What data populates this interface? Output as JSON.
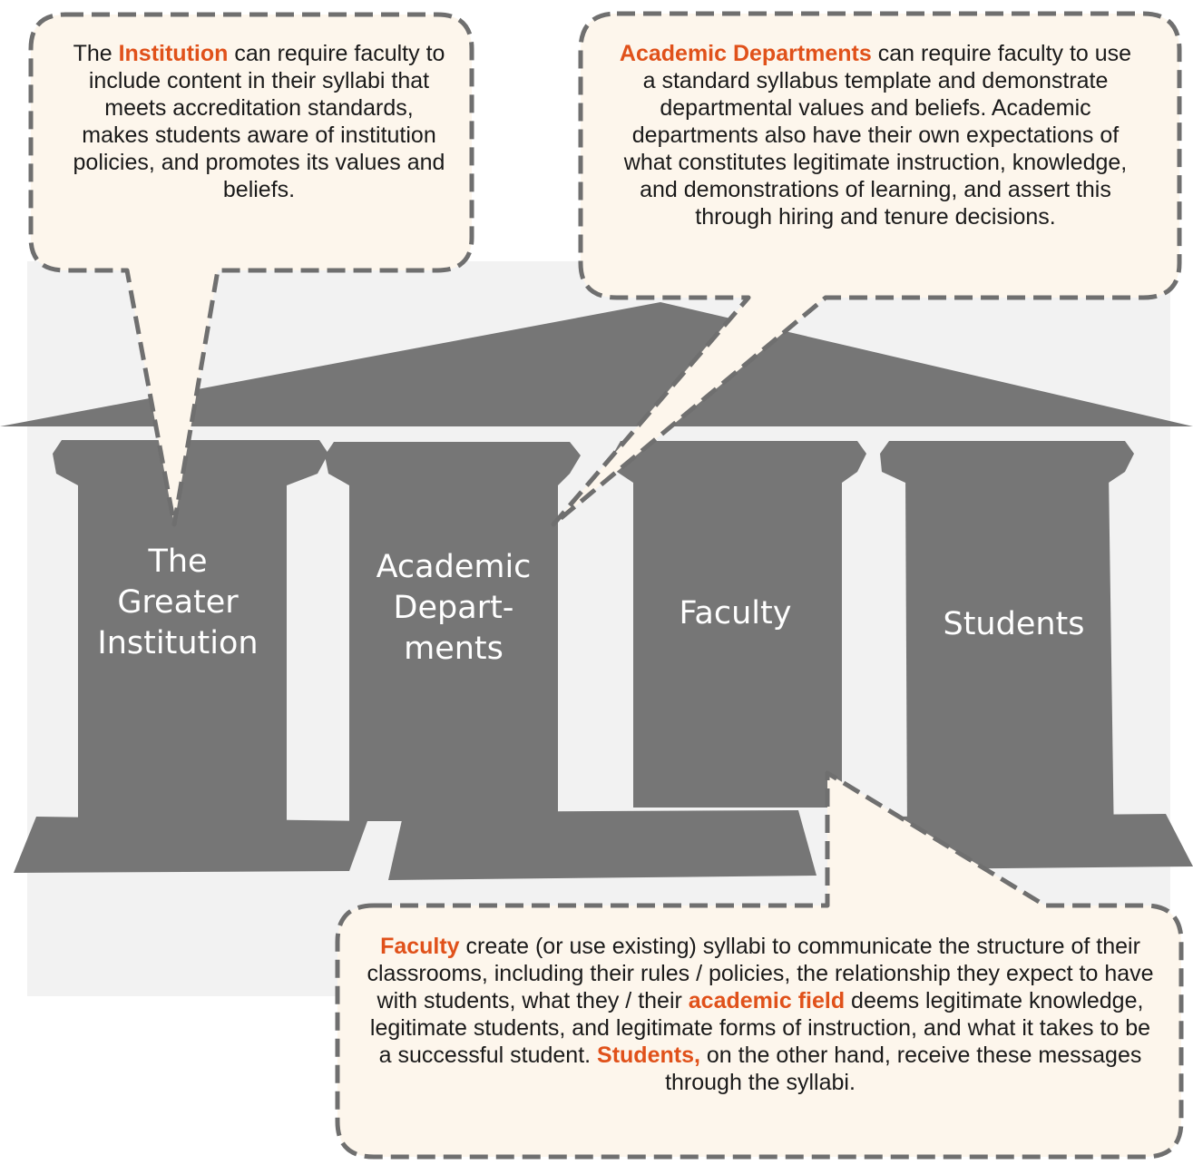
{
  "colors": {
    "background_panel": "#f2f2f2",
    "structure": "#767676",
    "bubble_fill": "#fdf6ec",
    "bubble_border": "#6f6f6f",
    "highlight": "#e0511a",
    "pillar_text": "#ffffff"
  },
  "pillars": [
    {
      "lines": [
        "The",
        "Greater",
        "Institution"
      ]
    },
    {
      "lines": [
        "Academic",
        "Depart-",
        "ments"
      ]
    },
    {
      "lines": [
        "Faculty"
      ]
    },
    {
      "lines": [
        "Students"
      ]
    }
  ],
  "callouts": {
    "institution": {
      "lead": "The ",
      "highlight": "Institution",
      "rest": " can require faculty to include content in their syllabi that meets accreditation standards, makes students aware of institution policies, and promotes its values and beliefs."
    },
    "departments": {
      "highlight": "Academic Departments",
      "rest": " can require faculty to use a standard syllabus template and demonstrate departmental values and beliefs. Academic departments also have their own expectations of what constitutes legitimate instruction, knowledge, and demonstrations of learning, and assert this through hiring and tenure decisions."
    },
    "faculty": {
      "highlight1": "Faculty",
      "text1": " create (or use existing) syllabi to communicate the structure of their classrooms, including their rules / policies, the relationship they expect to have with students, what they / their ",
      "highlight2": "academic field",
      "text2": " deems legitimate knowledge, legitimate students, and legitimate forms of instruction, and what it takes to be a successful student. ",
      "highlight3": "Students,",
      "text3": " on the other hand, receive these messages through the syllabi."
    }
  }
}
